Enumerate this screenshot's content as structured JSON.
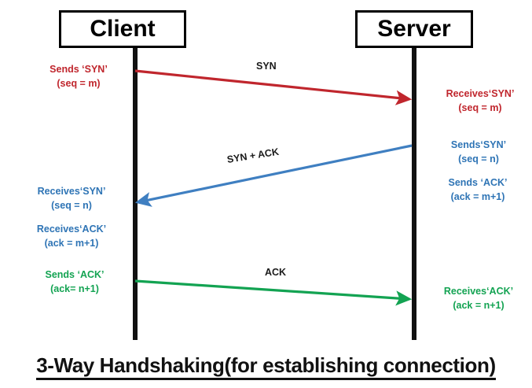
{
  "diagram": {
    "caption": "3-Way Handshaking(for establishing connection)",
    "nodes": {
      "client": "Client",
      "server": "Server"
    },
    "colors": {
      "syn": "#c0262d",
      "syn_ack": "#2e74b5",
      "ack": "#13a352",
      "lifeline": "#111111",
      "text": "#111111"
    },
    "messages": [
      {
        "name": "syn",
        "label": "SYN",
        "direction": "client-to-server",
        "color": "#c0262d"
      },
      {
        "name": "syn-ack",
        "label": "SYN + ACK",
        "direction": "server-to-client",
        "color": "#2e74b5"
      },
      {
        "name": "ack",
        "label": "ACK",
        "direction": "client-to-server",
        "color": "#13a352"
      }
    ],
    "client_annotations": {
      "sends_syn_line1": "Sends ‘SYN’",
      "sends_syn_line2": "(seq = m)",
      "receives_syn_line1": "Receives‘SYN’",
      "receives_syn_line2": "(seq = n)",
      "receives_ack_line1": "Receives‘ACK’",
      "receives_ack_line2": "(ack = m+1)",
      "sends_ack_line1": "Sends ‘ACK’",
      "sends_ack_line2": "(ack= n+1)"
    },
    "server_annotations": {
      "receives_syn_line1": "Receives‘SYN’",
      "receives_syn_line2": "(seq = m)",
      "sends_syn_line1": "Sends‘SYN’",
      "sends_syn_line2": "(seq = n)",
      "sends_ack_line1": "Sends ‘ACK’",
      "sends_ack_line2": "(ack = m+1)",
      "receives_ack_line1": "Receives‘ACK’",
      "receives_ack_line2": "(ack = n+1)"
    }
  }
}
